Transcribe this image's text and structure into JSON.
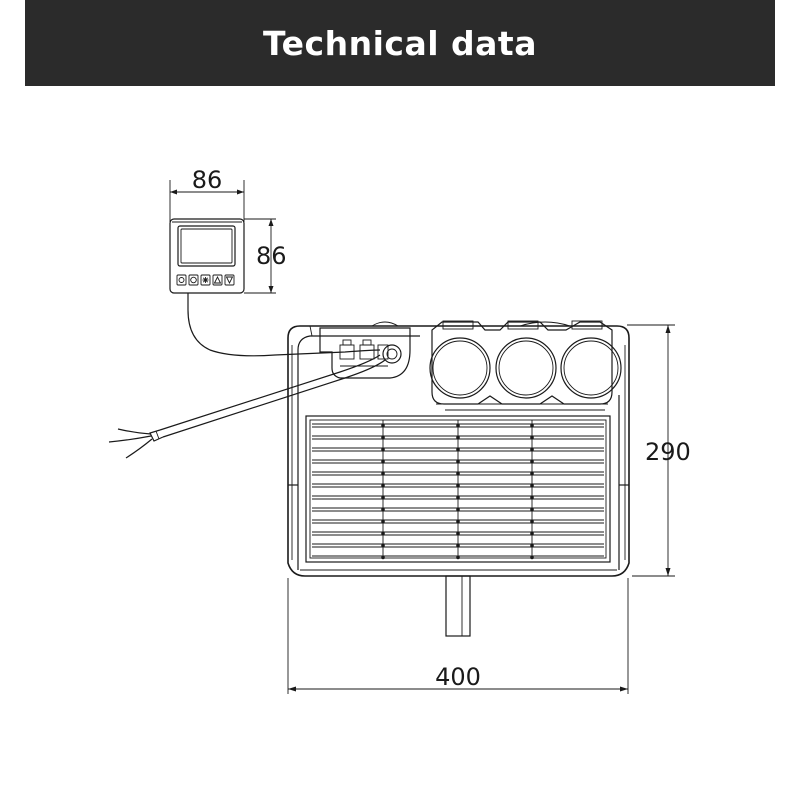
{
  "header": {
    "title": "Technical data",
    "background_color": "#2b2b2b",
    "text_color": "#ffffff"
  },
  "dimensions": {
    "controller_width": "86",
    "controller_height": "86",
    "unit_height": "290",
    "unit_width": "400"
  },
  "icons": [
    "power-icon",
    "mode-icon",
    "fan-icon",
    "up-arrow-icon",
    "down-arrow-icon"
  ]
}
